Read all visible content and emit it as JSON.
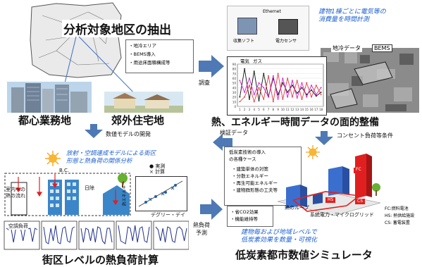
{
  "top_left": {
    "title": "分析対象地区の抽出",
    "bullets": [
      "・地冷エリア",
      "・BEMS導入",
      "・用途床面積構成等"
    ],
    "label_downtown": "都心業務地",
    "label_suburb": "郊外住宅地"
  },
  "arrow_survey": "調査",
  "top_right": {
    "note": [
      "建物1棟ごとに電気等の",
      "消費量を時間計測"
    ],
    "chart_legend": [
      "電気",
      "ガス"
    ],
    "device_labels": [
      "Ethernet",
      "収集ソフト",
      "電力センサ"
    ],
    "tag_dhc": "地冷データ",
    "tag_bems": "BEMS",
    "title": "熱、エネルギー時間データの面的整備"
  },
  "chart_data": {
    "type": "line",
    "x": [
      1,
      2,
      3,
      4,
      5,
      6,
      7,
      8,
      9,
      10,
      11,
      12,
      13,
      14,
      15,
      16,
      17,
      18
    ],
    "tick_labels": [
      "1",
      "2",
      "3",
      "4",
      "5",
      "6",
      "7",
      "8",
      "9",
      "10",
      "11",
      "12",
      "13",
      "14",
      "15",
      "16",
      "17",
      "18"
    ],
    "y_ticks": [
      "0",
      "10",
      "20",
      "30",
      "40",
      "50",
      "60",
      "70",
      "80",
      "90"
    ],
    "ylim": [
      0,
      90
    ],
    "series": [
      {
        "values": [
          20,
          80,
          15,
          75,
          12,
          70,
          20,
          60,
          25,
          50,
          30,
          45,
          28,
          40,
          25,
          35,
          22,
          30
        ]
      },
      {
        "values": [
          55,
          30,
          60,
          25,
          50,
          40,
          20,
          65,
          15,
          60,
          20,
          55,
          18,
          50,
          20,
          45,
          25,
          40
        ]
      },
      {
        "values": [
          10,
          20,
          45,
          10,
          40,
          15,
          65,
          10,
          70,
          15,
          60,
          20,
          55,
          15,
          50,
          20,
          45,
          25
        ]
      }
    ]
  },
  "arrow_numeric_model": "数値モデルの開発",
  "arrow_verify": "検証データ",
  "arrow_outlet": "コンセント負荷等条件",
  "bottom_left": {
    "note": [
      "放射・空調連成モデルによる街区",
      "形態と熱負荷の関係分析"
    ],
    "legend": [
      "● 実測",
      "× 計算"
    ],
    "bc_label": "B.C.",
    "heat_in": [
      "室内への",
      "熱の流れ"
    ],
    "solar": "日除",
    "ac_load": "空調負荷",
    "axis_y": "熱エネルギー",
    "axis_x": "デグリー・デイ",
    "title": "街区レベルの熱負荷計算"
  },
  "arrow_heat_load": [
    "熱負荷",
    "予測"
  ],
  "bottom_right": {
    "case_header": [
      "低炭素技術の導入",
      "の各種ケース"
    ],
    "case_items": [
      "・建築単体の対策",
      "・分散エネルギー",
      "・再生可能エネルギー",
      "・建物群形態の工夫等"
    ],
    "effects": [
      "・省CO2効果",
      "・機能維持等"
    ],
    "labels_fc": "FC",
    "labels_hs": "HS",
    "labels_cs": "CS",
    "heat_loop": "熱のループ",
    "microgrid": "系統電力・マイクログリッド",
    "key": [
      "FC:燃料電池",
      "HS: 熱供給施設",
      "CS: 蓄電装置"
    ],
    "note": [
      "建物毎および地域レベルで",
      "低炭素効果を数量・可視化"
    ],
    "title": "低炭素都市数値シミュレータ"
  },
  "colors": {
    "accent_blue": "#1a5fcf",
    "arrow": "#4e79b4",
    "red": "#e02020"
  }
}
